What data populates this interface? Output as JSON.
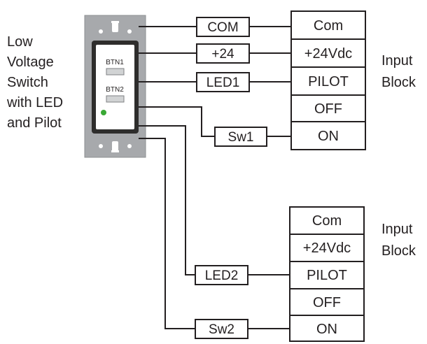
{
  "device": {
    "description": [
      "Low",
      "Voltage",
      "Switch",
      "with LED",
      "and Pilot"
    ],
    "button1": "BTN1",
    "button2": "BTN2"
  },
  "wire_labels": {
    "com": "COM",
    "plus24": "+24",
    "led1": "LED1",
    "sw1": "Sw1",
    "led2": "LED2",
    "sw2": "Sw2"
  },
  "block1": {
    "title": [
      "Input",
      "Block"
    ],
    "terminals": [
      "Com",
      "+24Vdc",
      "PILOT",
      "OFF",
      "ON"
    ]
  },
  "block2": {
    "title": [
      "Input",
      "Block"
    ],
    "terminals": [
      "Com",
      "+24Vdc",
      "PILOT",
      "OFF",
      "ON"
    ]
  },
  "colors": {
    "line": "#231f20",
    "wallplate": "#a7a9ac",
    "switch_body": "#2e2d2c",
    "led_indicator": "#3aa935"
  }
}
